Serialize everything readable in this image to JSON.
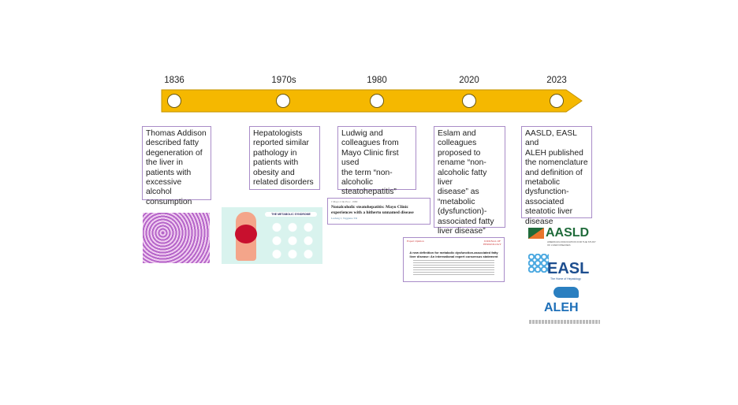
{
  "timeline": {
    "color": "#f5b800",
    "events": [
      {
        "year": "1836",
        "text": "Thomas Addison\ndescribed fatty\ndegeneration of\nthe liver in\npatients with\nexcessive alcohol\nconsumption"
      },
      {
        "year": "1970s",
        "text": "Hepatologists\nreported similar\npathology in\npatients with\nobesity and\nrelated disorders"
      },
      {
        "year": "1980",
        "text": "Ludwig and\ncolleagues from\nMayo Clinic first used\nthe term “non-\nalcoholic\nsteatohepatitis”"
      },
      {
        "year": "2020",
        "text": "Eslam and\ncolleagues\nproposed to\nrename “non-\nalcoholic fatty liver\ndisease” as\n“metabolic\n(dysfunction)-\nassociated fatty\nliver disease”"
      },
      {
        "year": "2023",
        "text": "AASLD, EASL and\nALEH published\nthe nomenclature\nand definition of\nmetabolic\ndysfunction-\nassociated\nsteatotic liver\ndisease"
      }
    ]
  },
  "images": {
    "metabolic_title": "THE METABOLIC SYNDROME",
    "article1_title": "Nonalcoholic steatohepatitis: Mayo Clinic experiences with a hitherto unnamed disease",
    "article2_label": "Expert Opinion",
    "article2_journal": "JOURNAL OF HEPATOLOGY",
    "article2_title": "A new definition for metabolic dysfunction-associated fatty liver disease: An international expert consensus statement"
  },
  "logos": {
    "aasld": "AASLD",
    "aasld_sub": "AMERICAN ASSOCIATION FOR THE STUDY OF LIVER DISEASES",
    "easl": "EASL",
    "easl_sub": "The Home of Hepatology",
    "aleh": "ALEH"
  }
}
